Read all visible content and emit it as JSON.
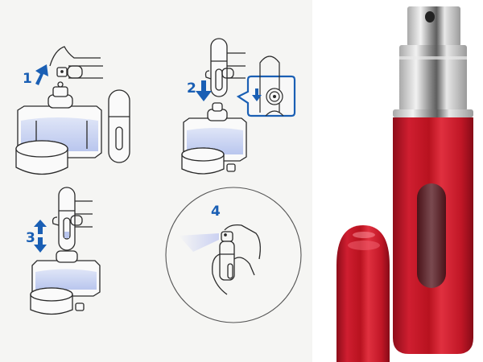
{
  "image": {
    "description": "Refillable perfume atomizer instructions and product photo",
    "colors": {
      "instruction_background": "#f5f5f3",
      "step_blue": "#1a5fb4",
      "liquid_blue": "#c9d3f0",
      "line": "#2a2a2a",
      "atomizer_red": "#c8162a",
      "chrome": "#d8d8d8"
    }
  },
  "instructions": {
    "steps": [
      {
        "number": "1",
        "action": "Remove pump cap from perfume bottle",
        "arrow": "up"
      },
      {
        "number": "2",
        "action": "Press atomizer down onto bottle nozzle",
        "arrow": "down"
      },
      {
        "number": "3",
        "action": "Pump up and down to fill",
        "arrow": "up-down"
      },
      {
        "number": "4",
        "action": "Spray",
        "arrow": "none"
      }
    ]
  },
  "product": {
    "name": "red atomizer",
    "parts": [
      "spray nozzle",
      "chrome collar",
      "red body with viewing window",
      "red cap"
    ]
  }
}
